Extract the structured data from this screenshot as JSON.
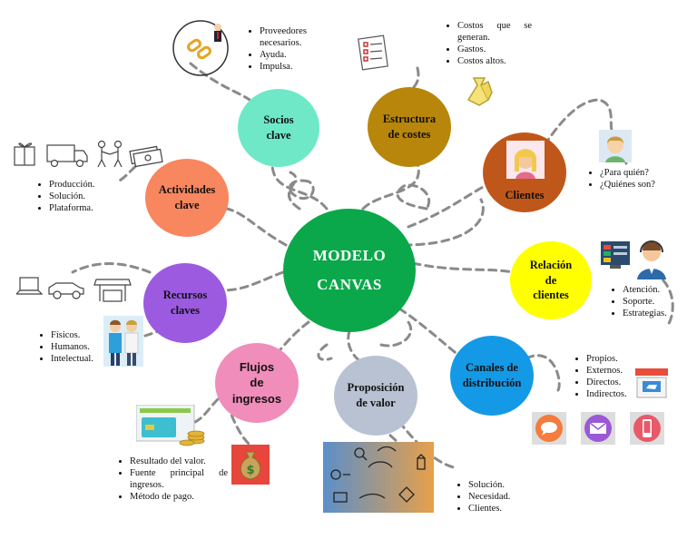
{
  "center": {
    "line1": "MODELO",
    "line2": "CANVAS"
  },
  "nodes": {
    "socios": {
      "line1": "Socios",
      "line2": "clave",
      "bullets": [
        "Proveedores necesarios.",
        "Ayuda.",
        "Impulsa."
      ]
    },
    "estructura": {
      "line1": "Estructura",
      "line2": "de costes",
      "bullets": [
        "Costos que se generan.",
        "Gastos.",
        "Costos altos."
      ]
    },
    "clientes": {
      "line1": "Clientes",
      "bullets": [
        "¿Para quién?",
        "¿Quiénes son?"
      ]
    },
    "actividades": {
      "line1": "Actividades",
      "line2": "clave",
      "bullets": [
        "Producción.",
        "Solución.",
        "Plataforma."
      ]
    },
    "relacion": {
      "line1": "Relación",
      "line2": "de",
      "line3": "clientes",
      "bullets": [
        "Atención.",
        "Soporte.",
        "Estrategias."
      ]
    },
    "recursos": {
      "line1": "Recursos",
      "line2": "claves",
      "bullets": [
        "Físicos.",
        "Humanos.",
        "Intelectual."
      ]
    },
    "canales": {
      "line1": "Canales de",
      "line2": "distribución",
      "bullets": [
        "Propios.",
        "Externos.",
        "Directos.",
        "Indirectos."
      ]
    },
    "flujos": {
      "line1": "Flujos",
      "line2": "de",
      "line3": "ingresos",
      "bullets": [
        "Resultado del valor.",
        "Fuente principal de ingresos.",
        "Método de pago."
      ]
    },
    "proposicion": {
      "line1": "Proposición",
      "line2": "de valor",
      "bullets": [
        "Solución.",
        "Necesidad.",
        "Clientes."
      ]
    }
  },
  "colors": {
    "center": "#0aa84a",
    "socios": "#6fe8c8",
    "estructura": "#b8860b",
    "clientes": "#c0571a",
    "actividades": "#f8865e",
    "relacion": "#ffff00",
    "recursos": "#9b5ae0",
    "canales": "#1499e6",
    "flujos": "#f08dba",
    "proposicion": "#b9c2d2",
    "connector": "#8a8a8a"
  },
  "icons": [
    "handshake-chain-icon",
    "checklist-icon",
    "money-bag-icon",
    "gift-icon",
    "truck-icon",
    "handshake-people-icon",
    "cash-icon",
    "laptop-icon",
    "car-icon",
    "store-icon",
    "team-people-icon",
    "client-avatar-icon",
    "support-agent-icon",
    "chat-icon",
    "mail-icon",
    "mobile-icon",
    "shop-icon",
    "credit-card-icon",
    "dollar-bag-icon",
    "value-flow-icon"
  ]
}
